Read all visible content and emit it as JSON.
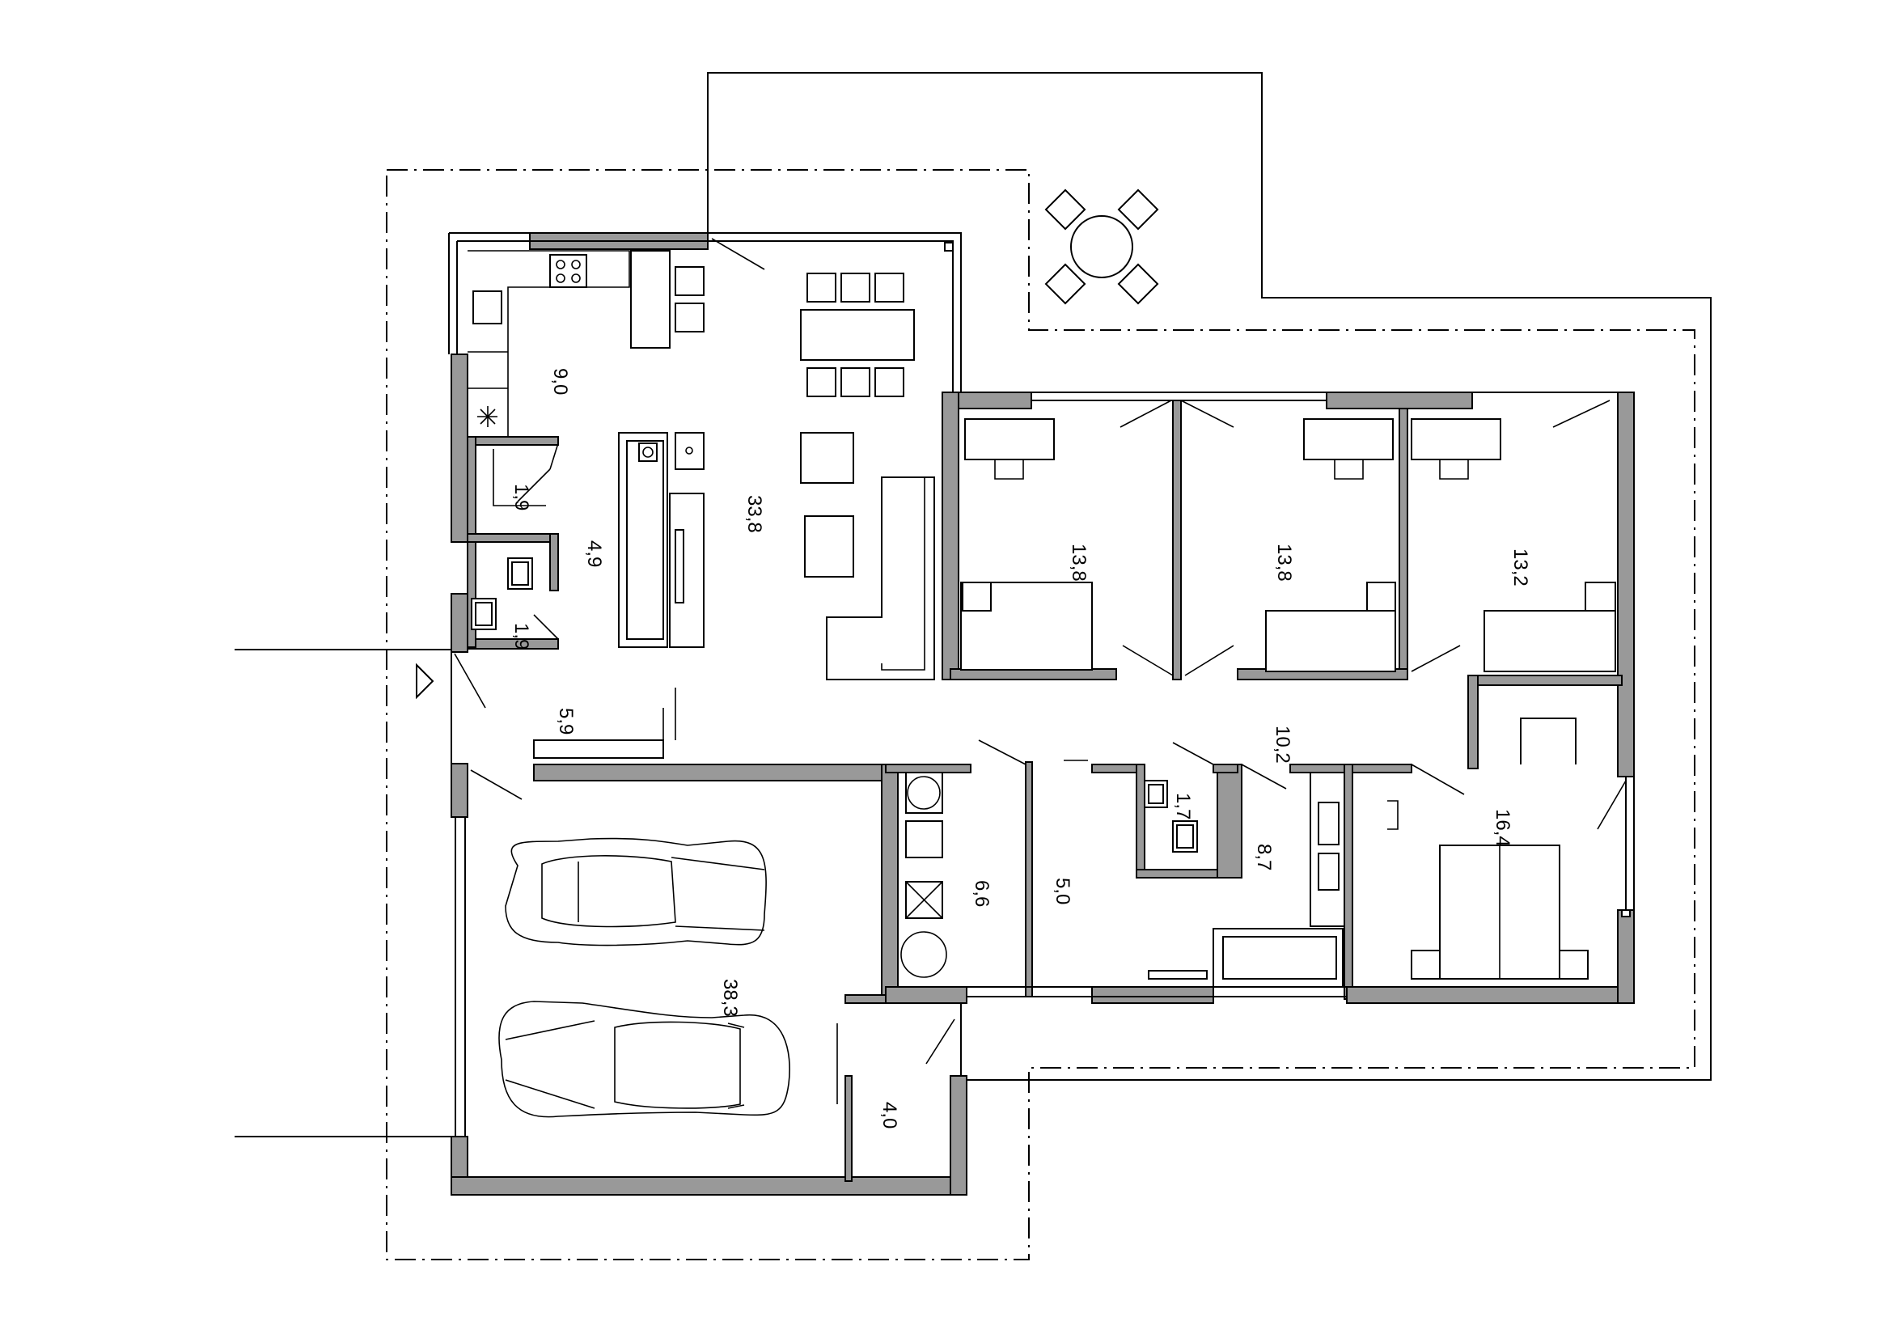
{
  "rooms": [
    {
      "id": "kitchen",
      "label": "9,0"
    },
    {
      "id": "living",
      "label": "33,8"
    },
    {
      "id": "wc-top",
      "label": "1,9"
    },
    {
      "id": "entry-hall",
      "label": "4,9"
    },
    {
      "id": "wc-bottom",
      "label": "1,9"
    },
    {
      "id": "vestibule",
      "label": "5,9"
    },
    {
      "id": "bedroom-1",
      "label": "13,8"
    },
    {
      "id": "bedroom-2",
      "label": "13,8"
    },
    {
      "id": "bedroom-3",
      "label": "13,2"
    },
    {
      "id": "corridor",
      "label": "10,2"
    },
    {
      "id": "technical",
      "label": "6,6"
    },
    {
      "id": "storage",
      "label": "5,0"
    },
    {
      "id": "toilet",
      "label": "1,7"
    },
    {
      "id": "bathroom",
      "label": "8,7"
    },
    {
      "id": "master-bedroom",
      "label": "16,4"
    },
    {
      "id": "garage",
      "label": "38,3"
    },
    {
      "id": "garage-store",
      "label": "4,0"
    }
  ]
}
